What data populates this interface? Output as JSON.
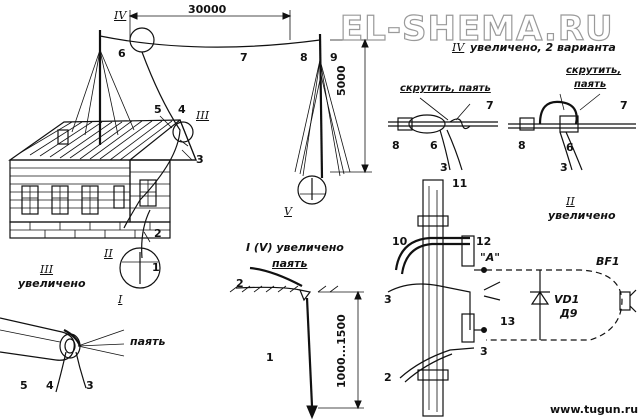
{
  "watermark": "EL-SHEMA.RU",
  "footer": "www.tugun.ru",
  "dims": {
    "span": "30000",
    "height": "5000",
    "ground": "1000...1500"
  },
  "captions": {
    "iv_title": "увеличено, 2 варианта",
    "iv_roman": "IV",
    "iii_roman": "III",
    "iii_sub": "увеличено",
    "ii_roman": "II",
    "ii_sub": "увеличено",
    "iv_ground_title": "I (V) увеличено",
    "solder_1": "скрутить, паять",
    "solder_2": "скрутить,\nпаять",
    "solder_short": "паять",
    "paint_label": "паять"
  },
  "components": {
    "vd": "VD1",
    "vd_type": "Д9",
    "bf": "BF1",
    "point_a": "\"A\""
  },
  "part_numbers": [
    "1",
    "2",
    "3",
    "4",
    "5",
    "6",
    "7",
    "8",
    "9",
    "10",
    "11",
    "12",
    "13"
  ],
  "romans": [
    "I",
    "II",
    "III",
    "IV",
    "V"
  ]
}
